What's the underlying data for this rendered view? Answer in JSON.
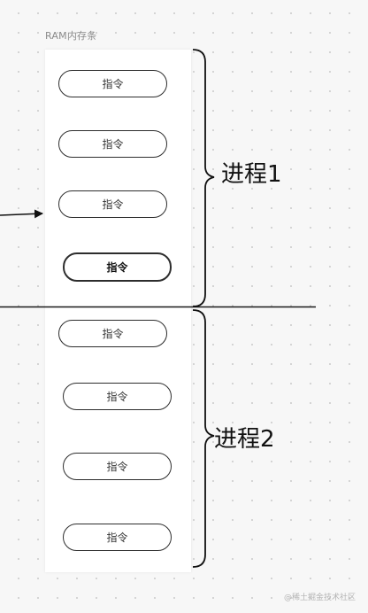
{
  "memory": {
    "title": "RAM内存条",
    "instructions": [
      "指令",
      "指令",
      "指令",
      "指令",
      "指令",
      "指令",
      "指令",
      "指令"
    ]
  },
  "processes": [
    {
      "label": "进程1"
    },
    {
      "label": "进程2"
    }
  ],
  "watermark": "@稀土掘金技术社区"
}
